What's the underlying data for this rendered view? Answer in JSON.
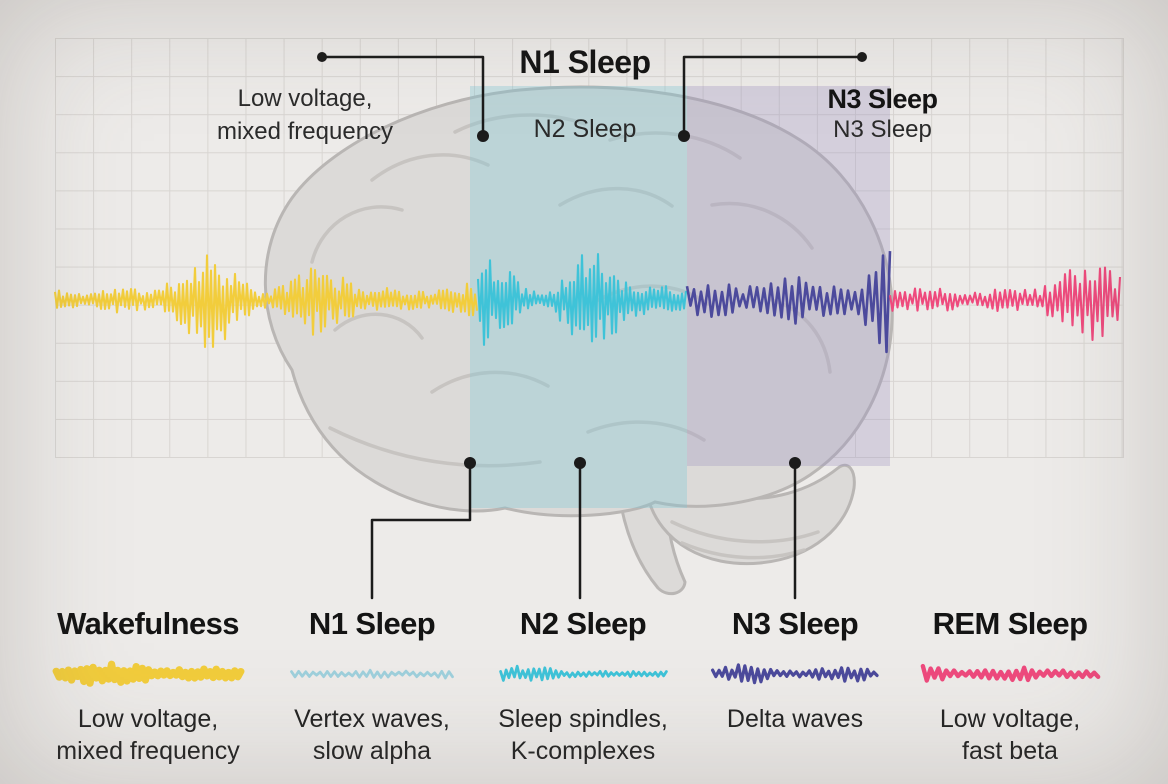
{
  "colors": {
    "background": "#edebe9",
    "grid_line": "#d8d5d2",
    "text": "#242424",
    "callout": "#1b1b1b",
    "brain_fill": "#dcdad8",
    "brain_stroke": "#b9b6b4",
    "tint_n1n2": "rgba(128,200,214,0.35)",
    "tint_n3": "rgba(160,148,192,0.32)"
  },
  "top": {
    "wake_line1": "Low voltage,",
    "wake_line2": "mixed frequency",
    "n1_title": "N1 Sleep",
    "n2_label": "N2 Sleep",
    "n3_title": "N3 Sleep",
    "n3_label": "N3 Sleep"
  },
  "eeg_segments": [
    {
      "stage": "Wakefulness",
      "color": "#f2cd3c"
    },
    {
      "stage": "N1-N2 Sleep",
      "color": "#3fc3d8"
    },
    {
      "stage": "N3 Sleep",
      "color": "#4c4a9c"
    },
    {
      "stage": "REM Sleep",
      "color": "#ee4a7d"
    }
  ],
  "legend": [
    {
      "title": "Wakefulness",
      "desc_line1": "Low voltage,",
      "desc_line2": "mixed frequency",
      "color": "#f2cd3c"
    },
    {
      "title": "N1 Sleep",
      "desc_line1": "Vertex waves,",
      "desc_line2": "slow alpha",
      "color": "#9fd0dc"
    },
    {
      "title": "N2 Sleep",
      "desc_line1": "Sleep spindles,",
      "desc_line2": "K-complexes",
      "color": "#3fc3d8"
    },
    {
      "title": "N3 Sleep",
      "desc_line1": "Delta waves",
      "desc_line2": "",
      "color": "#4c4a9c"
    },
    {
      "title": "REM Sleep",
      "desc_line1": "Low voltage,",
      "desc_line2": "fast beta",
      "color": "#ee4a7d"
    }
  ]
}
